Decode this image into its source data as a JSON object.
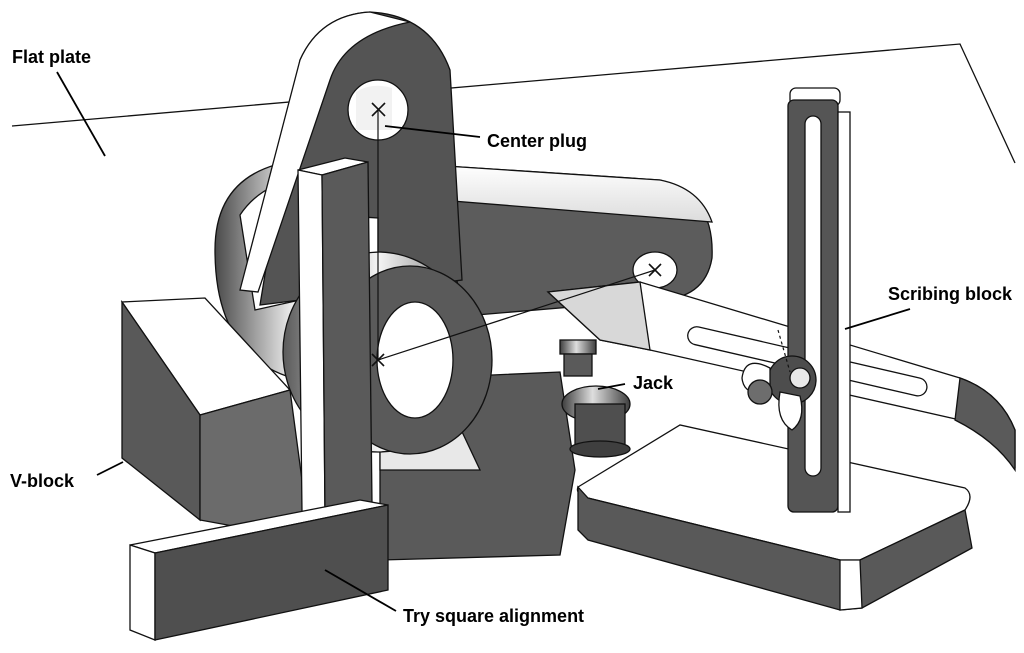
{
  "labels": {
    "flat_plate": "Flat plate",
    "center_plug": "Center plug",
    "scribing_block": "Scribing block",
    "jack": "Jack",
    "v_block": "V-block",
    "try_square_alignment": "Try square alignment"
  },
  "colors": {
    "outline": "#111111",
    "face_light": "#ffffff",
    "face_mid": "#6b6b6b",
    "face_dark": "#555555",
    "face_darker": "#4a4a4a"
  }
}
